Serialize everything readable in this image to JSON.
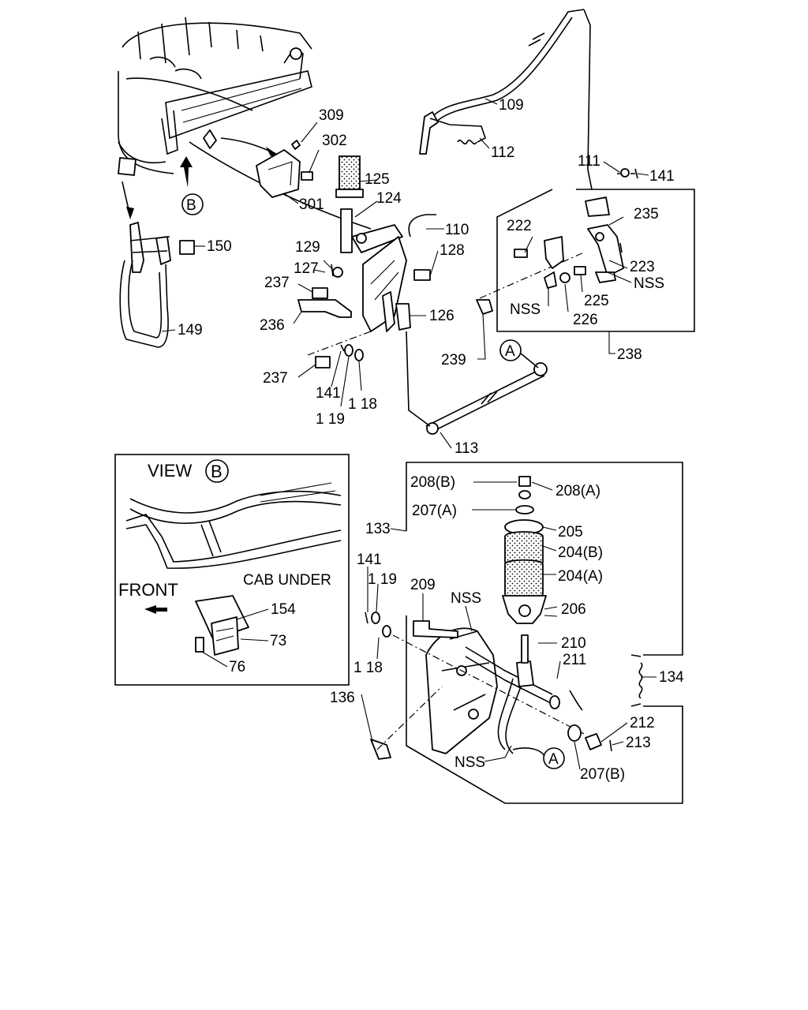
{
  "callouts": {
    "c309": "309",
    "c302": "302",
    "c301": "301",
    "c125": "125",
    "c124": "124",
    "c109": "109",
    "c112": "112",
    "c110": "110",
    "c111": "111",
    "c141a": "141",
    "c235": "235",
    "c222": "222",
    "c223": "223",
    "nss1": "NSS",
    "nss2": "NSS",
    "c225": "225",
    "c226": "226",
    "c238": "238",
    "c239": "239",
    "cA1": "A",
    "c150": "150",
    "c149": "149",
    "c129": "129",
    "c127": "127",
    "c128": "128",
    "c237a": "237",
    "c236": "236",
    "c126": "126",
    "c237b": "237",
    "c141b": "141",
    "c119a": "1 19",
    "c118a": "1 18",
    "c113": "113",
    "cB1": "B",
    "c208b": "208(B)",
    "c208a": "208(A)",
    "c207a": "207(A)",
    "c205": "205",
    "c204b": "204(B)",
    "c204a": "204(A)",
    "c133": "133",
    "c141c": "141",
    "c119b": "1 19",
    "c209": "209",
    "nss3": "NSS",
    "c206": "206",
    "c210": "210",
    "c211": "211",
    "c134": "134",
    "c118b": "1 18",
    "c136": "136",
    "c212": "212",
    "c213": "213",
    "nss4": "NSS",
    "cA2": "A",
    "c207b": "207(B)"
  },
  "view_b": {
    "title": "VIEW",
    "title_circle": "B",
    "cab_under": "CAB UNDER",
    "front": "FRONT",
    "c154": "154",
    "c73": "73",
    "c76": "76"
  }
}
